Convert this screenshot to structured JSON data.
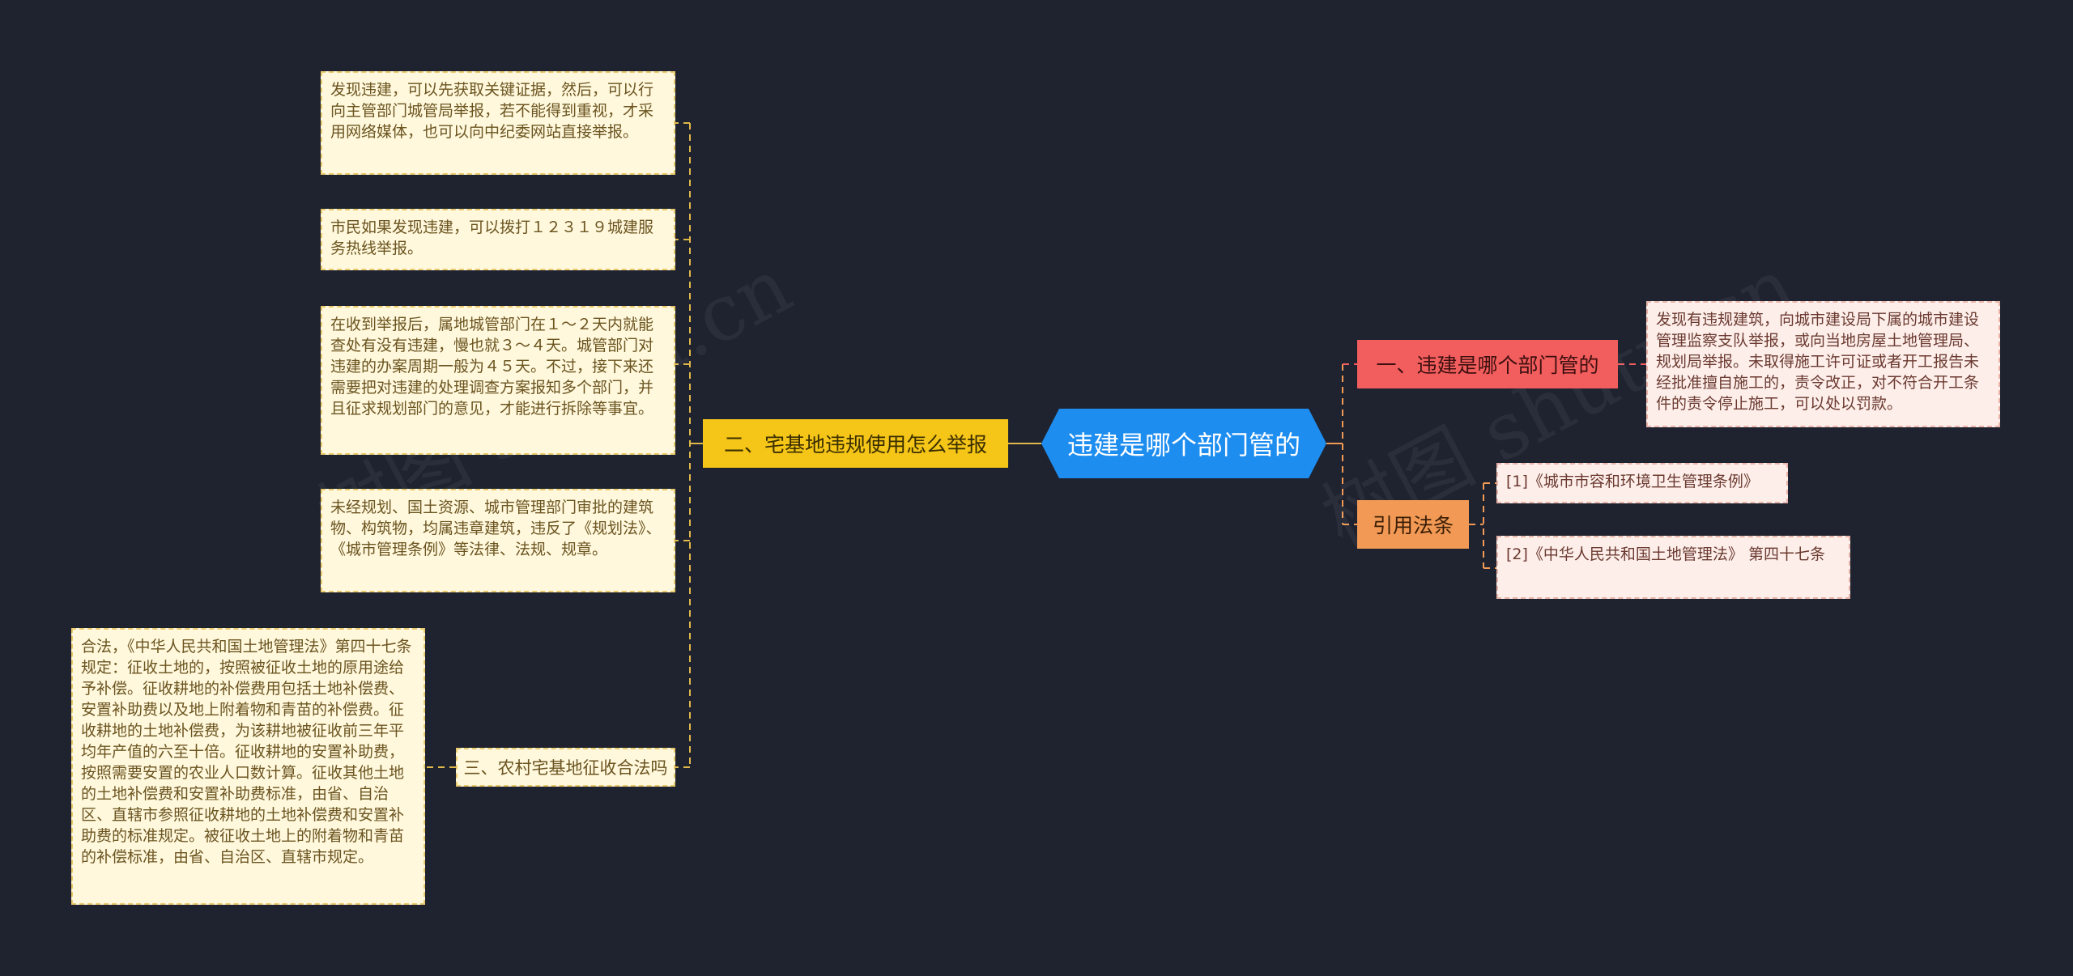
{
  "central": {
    "label": "违建是哪个部门管的"
  },
  "branches": {
    "section_one": {
      "label": "一、违建是哪个部门管的",
      "detail": "发现有违规建筑，向城市建设局下属的城市建设管理监察支队举报，或向当地房屋土地管理局、规划局举报。未取得施工许可证或者开工报告未经批准擅自施工的，责令改正，对不符合开工条件的责令停止施工，可以处以罚款。"
    },
    "citations": {
      "label": "引用法条",
      "items": [
        "[1]《城市市容和环境卫生管理条例》",
        "[2]《中华人民共和国土地管理法》 第四十七条"
      ]
    },
    "section_two": {
      "label": "二、宅基地违规使用怎么举报",
      "items": [
        "发现违建，可以先获取关键证据，然后，可以行向主管部门城管局举报，若不能得到重视，才采用网络媒体，也可以向中纪委网站直接举报。",
        "市民如果发现违建，可以拨打１２３１９城建服务热线举报。",
        "在收到举报后，属地城管部门在１～２天内就能查处有没有违建，慢也就３～４天。城管部门对违建的办案周期一般为４５天。不过，接下来还需要把对违建的处理调查方案报知多个部门，并且征求规划部门的意见，才能进行拆除等事宜。",
        "未经规划、国土资源、城市管理部门审批的建筑物、构筑物，均属违章建筑，违反了《规划法》、《城市管理条例》等法律、法规、规章。"
      ]
    },
    "section_three": {
      "label": "三、农村宅基地征收合法吗",
      "detail": "合法，《中华人民共和国土地管理法》第四十七条规定：征收土地的，按照被征收土地的原用途给予补偿。征收耕地的补偿费用包括土地补偿费、安置补助费以及地上附着物和青苗的补偿费。征收耕地的土地补偿费，为该耕地被征收前三年平均年产值的六至十倍。征收耕地的安置补助费，按照需要安置的农业人口数计算。征收其他土地的土地补偿费和安置补助费标准，由省、自治区、直辖市参照征收耕地的土地补偿费和安置补助费的标准规定。被征收土地上的附着物和青苗的补偿标准，由省、自治区、直辖市规定。"
    }
  },
  "watermark": "树图 shutu.cn",
  "colors": {
    "background": "#1f2330",
    "central": "#1e8df0",
    "branch_yellow": "#f5c518",
    "branch_red": "#f25d5d",
    "branch_orange": "#f29a55",
    "leaf_fill": "#fff8dc",
    "leaf_border": "#e8c96a",
    "leaf_pink_fill": "#fdeeea",
    "link_yellow": "#e0b84a",
    "link_red": "#f25d5d",
    "link_orange": "#f29a55"
  }
}
